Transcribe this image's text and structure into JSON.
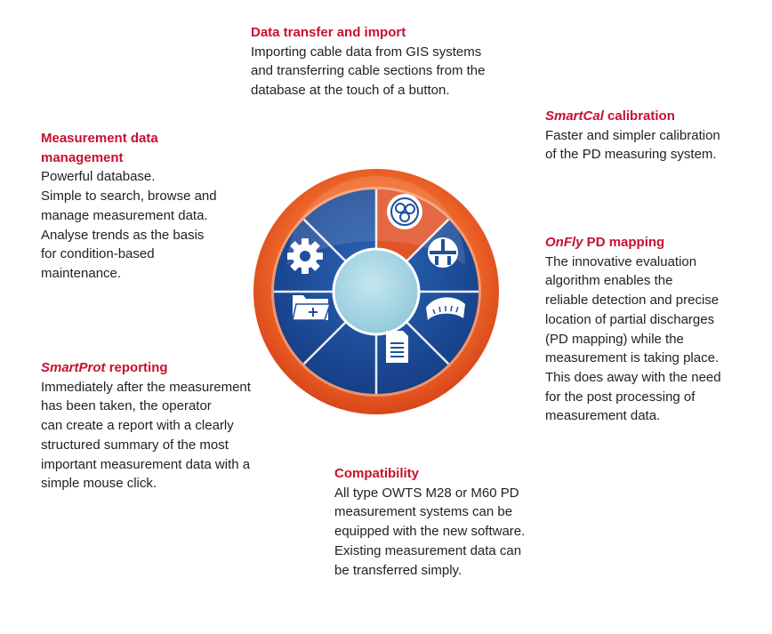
{
  "colors": {
    "accent_red": "#c8102e",
    "ring_orange": "#e8531f",
    "wheel_blue": "#1d4f9c",
    "center_light_blue": "#a9d8e6",
    "highlight_segment": "#e0542a"
  },
  "icons": [
    "cable-cross-section-icon",
    "pd-map-icon",
    "gauge-icon",
    "report-icon",
    "folder-add-icon",
    "gear-icon"
  ],
  "blocks": {
    "transfer": {
      "title": "Data transfer and import",
      "lines": [
        "Importing cable data from GIS systems",
        "and transferring cable sections from the",
        "database at the touch of a button."
      ]
    },
    "measure": {
      "title_lines": [
        "Measurement data",
        "management"
      ],
      "lines": [
        "Powerful database.",
        "Simple to search, browse and",
        "manage measurement data.",
        "Analyse trends as the basis",
        "for condition-based",
        "maintenance."
      ]
    },
    "smartcal": {
      "title_italic": "SmartCal",
      "title_rest": " calibration",
      "lines": [
        "Faster and simpler calibration",
        "of the PD measuring system."
      ]
    },
    "onfly": {
      "title_italic": "OnFly",
      "title_rest": " PD mapping",
      "lines": [
        "The innovative evaluation",
        "algorithm enables the",
        "reliable detection and precise",
        "location of partial discharges",
        "(PD mapping) while the",
        "measurement is taking place.",
        "This does away with the need",
        "for the post processing of",
        "measurement data."
      ]
    },
    "smartprot": {
      "title_italic": "SmartProt",
      "title_rest": " reporting",
      "lines": [
        "Immediately after the measurement",
        "has been taken, the operator",
        "can create a report with a clearly",
        "structured summary of the most",
        "important measurement data with a",
        "simple mouse click."
      ]
    },
    "compat": {
      "title": "Compatibility",
      "lines": [
        "All type OWTS M28 or M60 PD",
        "measurement systems can be",
        "equipped with the new software.",
        "Existing measurement data can",
        "be transferred simply."
      ]
    }
  }
}
